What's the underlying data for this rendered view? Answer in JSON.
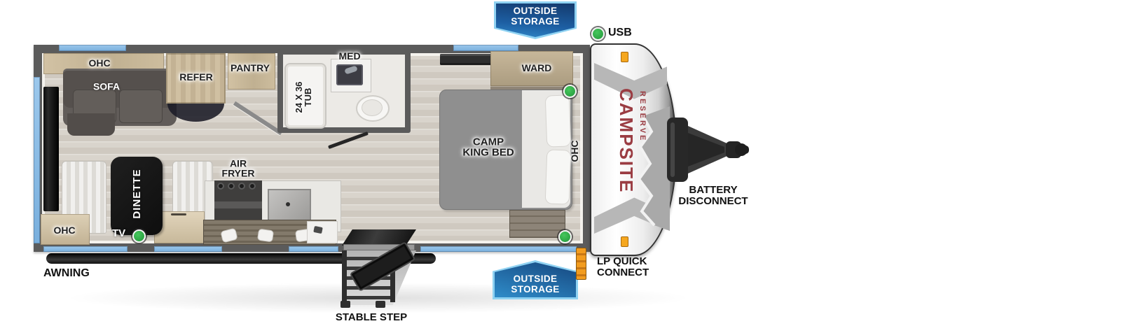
{
  "floorplan": {
    "brand": {
      "name": "CAMPSITE",
      "series": "RESERVE"
    },
    "banners": {
      "top": {
        "line1": "OUTSIDE",
        "line2": "STORAGE"
      },
      "bottom": {
        "line1": "OUTSIDE",
        "line2": "STORAGE"
      }
    },
    "exterior": {
      "usb": "USB",
      "awning": "AWNING",
      "stable_step": "STABLE STEP",
      "lp_quick_connect": {
        "line1": "LP QUICK",
        "line2": "CONNECT"
      },
      "battery_disconnect": {
        "line1": "BATTERY",
        "line2": "DISCONNECT"
      }
    },
    "interior": {
      "ohc_living": "OHC",
      "sofa": "SOFA",
      "refer": "REFER",
      "pantry": "PANTRY",
      "med": "MED",
      "tub": {
        "line1": "24 X 36",
        "line2": "TUB"
      },
      "ward": "WARD",
      "bed": {
        "line1": "CAMP",
        "line2": "KING BED"
      },
      "ohc_bedroom": "OHC",
      "dinette": "DINETTE",
      "tv": "TV",
      "ohc_dinette": "OHC",
      "air_fryer": {
        "line1": "AIR",
        "line2": "FRYER"
      }
    },
    "colors": {
      "wall_gray": "#5b5b5b",
      "window_blue": "#85b9e6",
      "banner_border_blue": "#8fd2f2",
      "banner_dark_blue": "#143a6d",
      "banner_light_blue": "#2f8cc9",
      "indicator_green": "#2fb34a",
      "marker_orange": "#f5a71f",
      "brand_red": "#9a3c42",
      "awning_black": "#141414"
    }
  }
}
